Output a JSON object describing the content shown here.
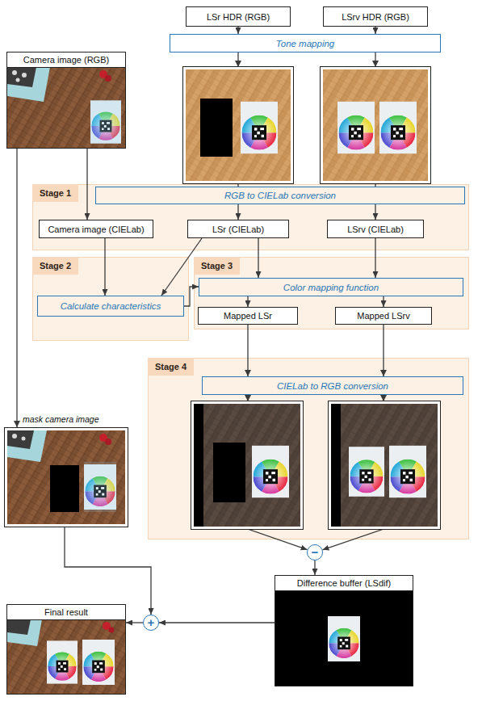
{
  "diagram": {
    "nodes": [
      {
        "text": [
          "LSr HDR (RGB)"
        ]
      },
      {
        "text": [
          "LSrv HDR (RGB)"
        ]
      },
      {
        "text": [
          "Tone mapping"
        ]
      },
      {
        "text": [
          "Camera image (RGB)"
        ]
      },
      {
        "text": [
          "Stage 1"
        ]
      },
      {
        "text": [
          "RGB to CIELab conversion"
        ],
        "in": 4
      },
      {
        "text": [
          "Camera image (CIELab)"
        ],
        "in": 4
      },
      {
        "text": [
          "LSr (CIELab)"
        ],
        "in": 4
      },
      {
        "text": [
          "LSrv (CIELab)"
        ],
        "in": 4
      },
      {
        "text": [
          "Stage 2"
        ]
      },
      {
        "text": [
          "Calculate characteristics"
        ],
        "in": 9
      },
      {
        "text": [
          "Stage 3"
        ]
      },
      {
        "text": [
          "Color mapping function"
        ],
        "in": 11
      },
      {
        "text": [
          "Mapped LSr"
        ],
        "in": 11
      },
      {
        "text": [
          "Mapped LSrv"
        ],
        "in": 11
      },
      {
        "text": [
          "Stage 4"
        ]
      },
      {
        "text": [
          "CIELab to RGB conversion"
        ],
        "in": 15
      },
      {
        "text": [
          "−"
        ]
      },
      {
        "text": [
          "Difference buffer (LSdif)"
        ]
      },
      {
        "text": [
          "+"
        ]
      },
      {
        "text": [
          "Final result"
        ]
      }
    ],
    "edges": [
      {
        "from": 0,
        "to": 2,
        "arrow": "to"
      },
      {
        "from": 1,
        "to": 2,
        "arrow": "to"
      },
      {
        "from": 2,
        "to": 7,
        "arrow": "to"
      },
      {
        "from": 2,
        "to": 8,
        "arrow": "to"
      },
      {
        "from": 3,
        "to": 6,
        "arrow": "to"
      },
      {
        "from": 3,
        "to": 19,
        "arrow": "to"
      },
      {
        "from": 6,
        "to": 10,
        "arrow": "to"
      },
      {
        "from": 7,
        "to": 10,
        "arrow": "to"
      },
      {
        "from": 7,
        "to": 12,
        "arrow": "to"
      },
      {
        "from": 8,
        "to": 12,
        "arrow": "to"
      },
      {
        "from": 10,
        "to": 12,
        "arrow": "to"
      },
      {
        "from": 12,
        "to": 13,
        "arrow": "to"
      },
      {
        "from": 12,
        "to": 14,
        "arrow": "to"
      },
      {
        "from": 13,
        "to": 17,
        "arrow": "to"
      },
      {
        "from": 14,
        "to": 17,
        "arrow": "to"
      },
      {
        "from": 17,
        "to": 18,
        "arrow": "to"
      },
      {
        "from": 18,
        "to": 19,
        "arrow": "to"
      },
      {
        "from": 19,
        "to": 20,
        "arrow": "to"
      }
    ],
    "labels": [
      "mask camera image"
    ]
  }
}
